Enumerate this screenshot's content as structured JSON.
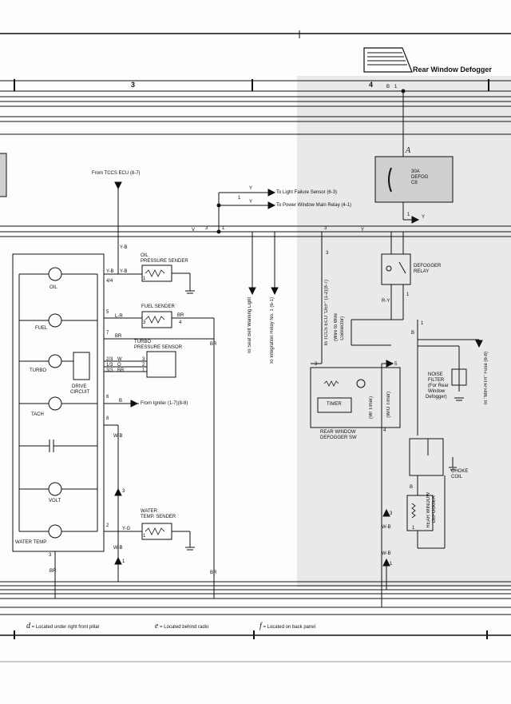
{
  "title": "Rear Window Defogger",
  "columns": {
    "left": "3",
    "right": "4"
  },
  "fuse": {
    "top": "30A",
    "mid": "DEFOG",
    "bottom": "C8",
    "marker": "A"
  },
  "sources": {
    "tccs_ecu": "From TCCS ECU (8-7)",
    "igniter": "From Igniter (1-7)(8-8)"
  },
  "destinations": {
    "light_failure": "To Light Failure Sensor (6-3)",
    "power_window": "To Power Window Main Relay (4-1)",
    "seat_belt": "To Seat Belt Warning Light",
    "integration": "To Integration Relay No. 1 (6-1)",
    "tccs_def": "To TCCS ECU \"DEF\" (1-2)(8-7)",
    "mir_htr": "To \"MIR-HTR\" Fuse (6-8)"
  },
  "gauges": {
    "oil": "OIL",
    "fuel": "FUEL",
    "turbo": "TURBO",
    "tach": "TACH",
    "volt": "VOLT",
    "water_temp": "WATER TEMP",
    "drive_circuit_1": "DRIVE",
    "drive_circuit_2": "CIRCUIT"
  },
  "senders": {
    "oil_1": "OIL",
    "oil_2": "PRESSURE SENDER",
    "fuel": "FUEL SENDER",
    "turbo_1": "TURBO",
    "turbo_2": "PRESSURE SENSOR",
    "water_1": "WATER",
    "water_2": "TEMP. SENDER"
  },
  "components": {
    "defogger_relay_1": "DEFOGGER",
    "defogger_relay_2": "RELAY",
    "switch_1": "REAR WINDOW",
    "switch_2": "DEFOGGER SW",
    "timer": "TIMER",
    "w_timer": "(W/ Timer)",
    "wo_timer": "(W/O Timer)",
    "wire_connector_1": "(Wire to Wire",
    "wire_connector_2": "Connector)",
    "noise_1": "NOISE",
    "noise_2": "FILTER",
    "noise_3": "(For Rear",
    "noise_4": "Window",
    "noise_5": "Defogger)",
    "choke_1": "CHOKE",
    "choke_2": "COIL",
    "defogger_1": "REAR WINDOW",
    "defogger_2": "DEFOGGER"
  },
  "wires": {
    "yb": "Y-B",
    "y": "Y",
    "lr": "L-R",
    "br": "BR",
    "w": "W",
    "o": "O",
    "b": "B",
    "wb": "W-B",
    "yg": "Y-G",
    "v": "V",
    "ry": "R-Y"
  },
  "pins": {
    "p1": "1",
    "p2": "2",
    "p3": "3",
    "p4": "4",
    "p5": "5",
    "p6": "6",
    "p7": "7",
    "p8": "8",
    "p44": "4/4",
    "p23": "2/3",
    "p13": "1/3",
    "p33": "3/3"
  },
  "footnotes": {
    "d_mark": "d",
    "d": " = Located under right front pillar",
    "e_mark": "e",
    "e": " = Located behind radio",
    "f_mark": "f",
    "f": " = Located on back panel"
  },
  "colors": {
    "line": "#111111",
    "shade": "#e9e9e9",
    "component_fill": "#cfcfcf"
  }
}
